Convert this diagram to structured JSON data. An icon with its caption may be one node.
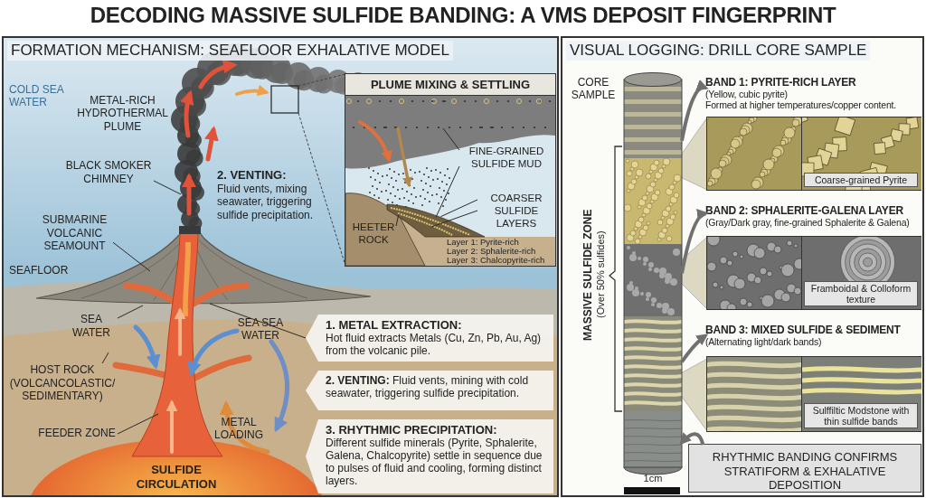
{
  "diagram": {
    "title": "DECODING MASSIVE SULFIDE BANDING: A VMS DEPOSIT FINGERPRINT",
    "nodes": [
      {
        "text": [
          "FORMATION MECHANISM: SEAFLOOR EXHALATIVE MODEL"
        ]
      },
      {
        "text": [
          "PLUME MIXING & SETTLING"
        ],
        "in": 0
      },
      {
        "text": [
          "FINE-GRAINED SULFIDE MUD"
        ],
        "in": 1
      },
      {
        "text": [
          "COARSER SULFIDE LAYERS"
        ],
        "in": 1
      },
      {
        "text": [
          "HEETER ROCK"
        ],
        "in": 1
      },
      {
        "text": [
          "BLACK SMOKER CHIMNEY"
        ],
        "in": 0
      },
      {
        "text": [
          "SUBMARINE VOLCANIC SEAMOUNT"
        ],
        "in": 0
      },
      {
        "text": [
          "SEA WATER"
        ],
        "in": 0
      },
      {
        "text": [
          "HOST ROCK (VOLCANCOLASTIC/ SEDIMENTARY)"
        ],
        "in": 0
      },
      {
        "text": [
          "FEEDER ZONE"
        ],
        "in": 0
      },
      {
        "text": [
          "1. METAL EXTRACTION:",
          "Hot fluid extracts Metals (Cu, Zn, Pb, Au, Ag) from the volcanic pile."
        ],
        "in": 0
      },
      {
        "text": [
          "**2. VENTING:** Fluid vents, mining with cold seawater, triggering sulfide precipitation."
        ],
        "in": 0
      },
      {
        "text": [
          "3. RHYTHMIC PRECIPITATION:",
          "Different sulfide minerals (Pyrite, Sphalerite, Galena, Chalcopyrite) settle in sequence due to pulses of fluid and cooling, forming distinct layers."
        ],
        "in": 0
      },
      {
        "text": [
          "VISUAL LOGGING: DRILL CORE SAMPLE"
        ]
      },
      {
        "text": [],
        "shape": "cylinder",
        "beside": [
          "CORE SAMPLE"
        ],
        "in": 13
      },
      {
        "text": [
          "BAND 1: PYRITE-RICH LAYER",
          "(Yellow, cubic pyrite)",
          "Formed at higher temperatures/copper content."
        ],
        "in": 13
      },
      {
        "text": [
          "Coarse-grained Pyrite"
        ],
        "in": 13
      },
      {
        "text": [
          "BAND 2: SPHALERITE-GALENA LAYER",
          "(Gray/Dark gray, fine-grained Sphalerite & Galena)"
        ],
        "in": 13
      },
      {
        "text": [
          "Framboidal & Colloform texture"
        ],
        "in": 13
      },
      {
        "text": [
          "BAND 3: MIXED SULFIDE & SEDIMENT",
          "(Alternating light/dark bands)"
        ],
        "in": 13
      },
      {
        "text": [
          "Sulffiltic Modstone with thin sulfide bands"
        ],
        "in": 13
      },
      {
        "text": [
          "RHYTHMIC BANDING CONFIRMS STRATIFORM & EXHALATIVE DEPOSITION"
        ],
        "in": 13
      },
      {
        "text": [],
        "shape": "picture",
        "in": 1
      }
    ],
    "edges": [
      {
        "from": 2,
        "to": null,
        "arrow": "none"
      },
      {
        "from": 2,
        "to": 22,
        "arrow": "none"
      },
      {
        "from": 3,
        "to": 22,
        "arrow": "none"
      },
      {
        "from": 3,
        "to": 22,
        "arrow": "none"
      },
      {
        "from": 4,
        "to": 22,
        "arrow": "none"
      },
      {
        "from": 5,
        "to": null,
        "arrow": "none"
      },
      {
        "from": 6,
        "to": null,
        "arrow": "none"
      },
      {
        "from": 7,
        "to": null,
        "arrow": "none"
      },
      {
        "from": 8,
        "to": null,
        "arrow": "none"
      },
      {
        "from": 9,
        "to": null,
        "arrow": "none"
      },
      {
        "from": 10,
        "to": null,
        "arrow": "none"
      },
      {
        "from": 14,
        "to": 15,
        "arrow": "to",
        "style": "thick",
        "color": "#707070"
      },
      {
        "from": 14,
        "to": 17,
        "arrow": "to",
        "style": "thick",
        "color": "#707070"
      },
      {
        "from": 14,
        "to": 19,
        "arrow": "to",
        "style": "thick",
        "color": "#707070"
      },
      {
        "from": 21,
        "to": 14,
        "arrow": "to",
        "style": "thick",
        "color": "#707070"
      }
    ],
    "labels": [
      "COLD SEA WATER",
      "METAL-RICH HYDROTHERMAL PLUME",
      "2. VENTING:",
      "Fluid vents, mixing seawater, triggering sulfide precipitation.",
      "SEAFLOOR",
      "SEA SEA WATER",
      "METAL LOADING",
      "SULFIDE CIRCULATION",
      "Layer 1: Pyrite-rich",
      "Layer 2: Sphalerite-rich",
      "Layer 3: Chalcopyrite-rich",
      "MASSIVE SULFIDE ZONE",
      "(Over 50% sulfides)",
      "1cm"
    ]
  }
}
